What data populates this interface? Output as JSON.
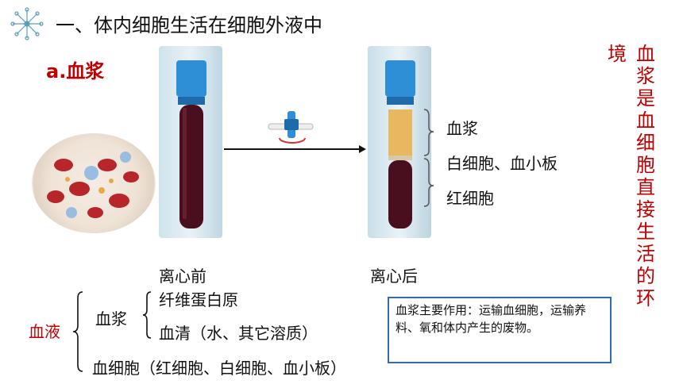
{
  "title": "一、体内细胞生活在细胞外液中",
  "subtitle": "a.血浆",
  "tubes": {
    "before_label": "离心前",
    "after_label": "离心后",
    "layers": [
      "血浆",
      "白细胞、血小板",
      "红细胞"
    ]
  },
  "side_text": {
    "main_column": "血浆是血细胞直接生活的环",
    "tail_column": "境"
  },
  "classification": {
    "root": "血液",
    "plasma": "血浆",
    "plasma_parts": [
      "纤维蛋白原",
      "血清（水、其它溶质）"
    ],
    "cells": "血细胞（红细胞、白细胞、血小板）"
  },
  "note_box": "血浆主要作用：运输血细胞，运输养料、氧和体内产生的废物。",
  "colors": {
    "accent_red": "#c00000",
    "box_border": "#2e6bb8",
    "plasma_layer": "#e8b860",
    "blood_dark": "#4a0f1e"
  }
}
